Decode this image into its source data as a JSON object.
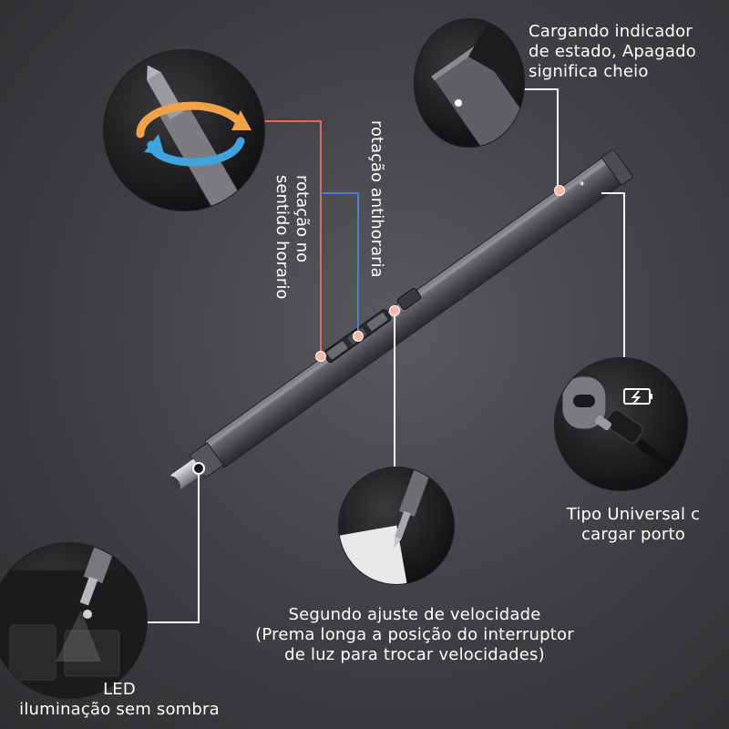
{
  "labels": {
    "status_indicator": [
      "Cargando indicador",
      "de estado, Apagado",
      "significa cheio"
    ],
    "clockwise": [
      "rotação no",
      "sentido horario"
    ],
    "counterclockwise": "rotação antihoraria",
    "charging_port": [
      "Tipo Universal c",
      "cargar porto"
    ],
    "speed": [
      "Segundo ajuste de velocidade",
      "(Prema longa a posição do interruptor",
      "de luz para trocar velocidades)"
    ],
    "led": [
      "LED",
      "iluminação sem sombra"
    ]
  },
  "colors": {
    "clockwise_line": "#e06a5c",
    "counterclockwise_line": "#4d7fd6",
    "leader_line": "#f2f2f2",
    "marker_dot": "#f4b7a8",
    "body_metal": "#6b6b70"
  },
  "icons": [
    "rotation-arrows-icon",
    "battery-charging-icon",
    "usb-c-cable-icon"
  ]
}
